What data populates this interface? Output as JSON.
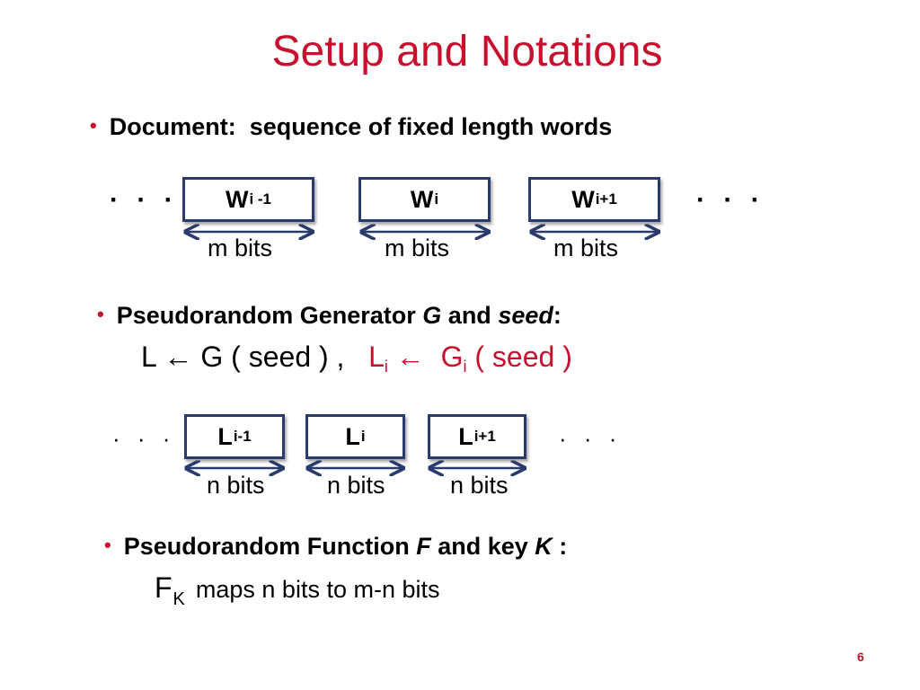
{
  "slide": {
    "title": "Setup and Notations",
    "page_number": "6"
  },
  "colors": {
    "accent": "#c8102e",
    "box_border": "#2a3a6c",
    "arrow": "#2a3a6c"
  },
  "section1": {
    "bullet": "•",
    "label": "Document:",
    "text": "sequence of fixed length words",
    "ellipsis_left": "· · ·",
    "ellipsis_right": "· · ·",
    "words": [
      {
        "base": "W",
        "sub": "i -1",
        "bits": "m bits"
      },
      {
        "base": "W",
        "sub": "i",
        "bits": "m bits"
      },
      {
        "base": "W",
        "sub": "i+1",
        "bits": "m bits"
      }
    ]
  },
  "section2": {
    "bullet": "•",
    "label_a": "Pseudorandom Generator ",
    "label_g": "G",
    "label_b": " and ",
    "label_seed": "seed",
    "label_c": ":",
    "formula": {
      "left": "L ← G ( seed ) ,",
      "right_base": "L",
      "right_sub": "i",
      "arrow": "←",
      "g_base": "G",
      "g_sub": "i",
      "g_tail": "( seed )"
    },
    "ellipsis_left": "· · ·",
    "ellipsis_right": "· · ·",
    "blocks": [
      {
        "base": "L",
        "sub": "i-1",
        "bits": "n bits"
      },
      {
        "base": "L",
        "sub": "i",
        "bits": "n bits"
      },
      {
        "base": "L",
        "sub": "i+1",
        "bits": "n bits"
      }
    ]
  },
  "section3": {
    "bullet": "•",
    "label_a": "Pseudorandom Function ",
    "label_f": "F",
    "label_b": " and key ",
    "label_k": "K",
    "label_c": " :",
    "fk_base": "F",
    "fk_sub": "K",
    "fk_desc": "maps n bits to m-n bits"
  }
}
